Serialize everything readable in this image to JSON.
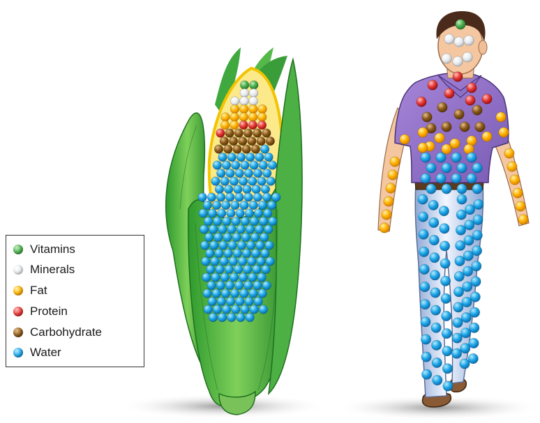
{
  "legend": {
    "items": [
      {
        "label": "Vitamins",
        "color": "#4caf50"
      },
      {
        "label": "Minerals",
        "color": "#e9ecef"
      },
      {
        "label": "Fat",
        "color": "#ffb300"
      },
      {
        "label": "Protein",
        "color": "#e53935"
      },
      {
        "label": "Carbohydrate",
        "color": "#8b5a1b"
      },
      {
        "label": "Water",
        "color": "#1ea7e8"
      }
    ]
  },
  "corn": {
    "kernel_counts": {
      "vitamins": 2,
      "minerals": 5,
      "fat": 11,
      "protein": 4,
      "carbohydrate": 16,
      "water": 150
    }
  },
  "human": {
    "molecule_counts": {
      "vitamins": 1,
      "minerals": 6,
      "fat": 24,
      "protein": 7,
      "carbohydrate": 8,
      "water": 82
    }
  }
}
